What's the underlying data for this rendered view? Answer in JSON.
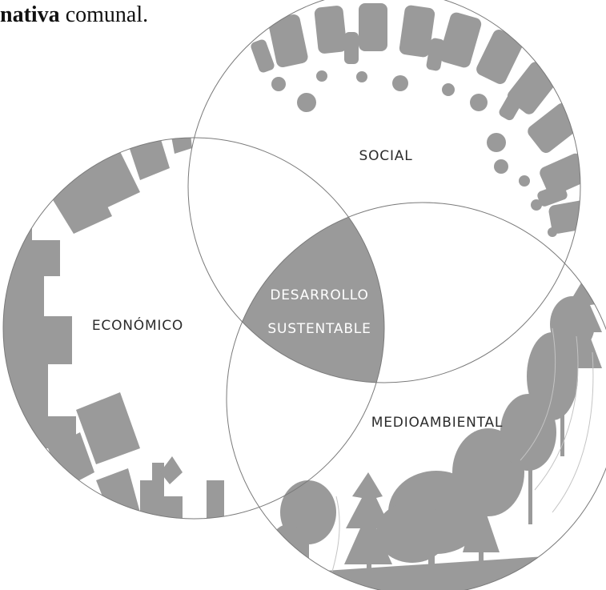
{
  "header": {
    "bold_part": "nativa",
    "rest": " comunal."
  },
  "diagram": {
    "labels": {
      "social": "SOCIAL",
      "economico": "ECONÓMICO",
      "medioambiental": "MEDIOAMBIENTAL",
      "center_line1": "DESARROLLO",
      "center_line2": "SUSTENTABLE"
    },
    "colors": {
      "fill_gray": "#9a9a9a",
      "circle_stroke": "#7a7a7a",
      "text_dark": "#2b2b2b",
      "text_light": "#ffffff"
    }
  }
}
